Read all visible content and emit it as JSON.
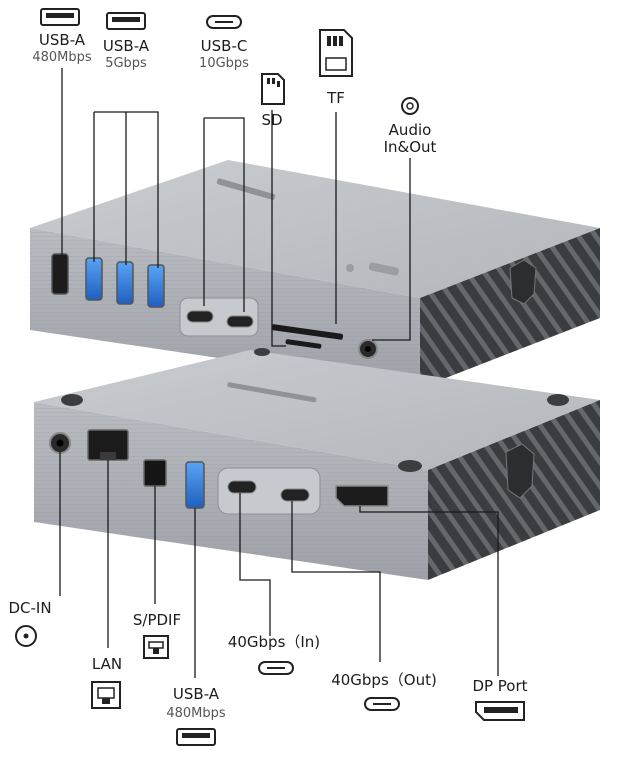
{
  "top_labels": {
    "usb_a_1": "USB-A",
    "usb_a_1_speed": "480Mbps",
    "usb_a_2": "USB-A",
    "usb_a_2_speed": "5Gbps",
    "usb_c": "USB-C",
    "usb_c_speed": "10Gbps",
    "sd": "SD",
    "tf": "TF",
    "audio": "Audio\nIn&Out"
  },
  "bottom_labels": {
    "dc_in": "DC-IN",
    "lan": "LAN",
    "spdif": "S/PDIF",
    "usb_a": "USB-A",
    "usb_a_speed": "480Mbps",
    "tb_in": "40Gbps（In)",
    "tb_out": "40Gbps（Out)",
    "dp": "DP Port"
  },
  "icons": {
    "usb_a": "usb-a-icon",
    "usb_c": "usb-c-icon",
    "sd": "sd-card-icon",
    "tf": "tf-card-icon",
    "audio": "audio-jack-icon",
    "dc": "dc-power-icon",
    "lan": "ethernet-icon",
    "spdif": "spdif-icon",
    "dp": "displayport-icon"
  },
  "colors": {
    "body": "#a9adb2",
    "port_blue": "#2f7de0",
    "leader": "#1a1a1a"
  }
}
